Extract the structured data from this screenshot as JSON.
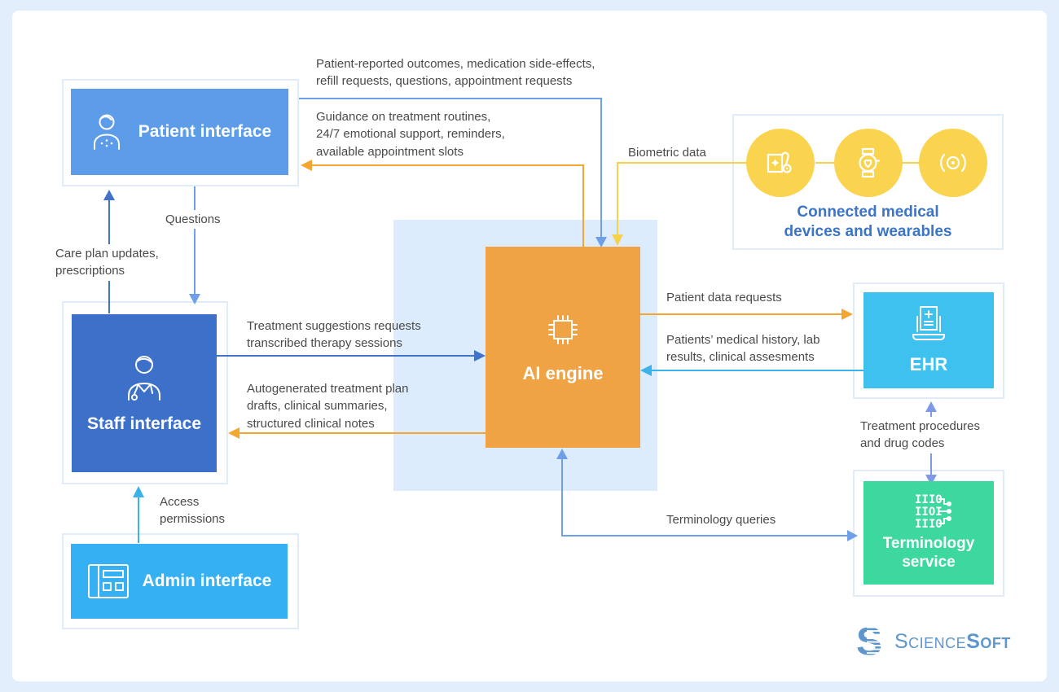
{
  "palette": {
    "page_bg": "#e2eefb",
    "card_bg": "#ffffff",
    "container_border": "#e0ecfa",
    "ai_panel": "#ddecfc",
    "patient_blue": "#5c9ce8",
    "staff_blue": "#3d70c8",
    "admin_cyan": "#35b0f2",
    "ehr_cyan": "#3fc1f0",
    "terminology_green": "#3dd89e",
    "ai_orange": "#f0a344",
    "device_yellow": "#fad34f",
    "arrow_dark_blue": "#4273c8",
    "arrow_light_blue": "#6f9fe8",
    "arrow_cyan": "#3ab2ea",
    "arrow_periwinkle": "#7d99e8",
    "arrow_orange": "#f5a630",
    "arrow_yellow": "#f7d14b",
    "annotation_text": "#4a4a4a",
    "heading_blue": "#3c74c6",
    "logo_blue": "#5e96cd"
  },
  "nodes": {
    "patient": {
      "label": "Patient interface"
    },
    "staff": {
      "label": "Staff interface"
    },
    "admin": {
      "label": "Admin interface"
    },
    "ai": {
      "label": "AI engine"
    },
    "ehr": {
      "label": "EHR"
    },
    "terminology": {
      "lines": [
        "Terminology",
        "service"
      ]
    },
    "devices": {
      "lines": [
        "Connected medical",
        "devices and wearables"
      ]
    }
  },
  "labels": {
    "outcomes": {
      "lines": [
        "Patient-reported outcomes, medication side-effects,",
        "refill requests, questions, appointment requests"
      ]
    },
    "guidance": {
      "lines": [
        "Guidance on treatment routines,",
        "24/7 emotional support, reminders,",
        "available appointment slots"
      ]
    },
    "biometric": {
      "text": "Biometric data"
    },
    "questions": {
      "text": "Questions"
    },
    "care_plan": {
      "lines": [
        "Care plan updates,",
        "prescriptions"
      ]
    },
    "treatment_suggestions": {
      "lines": [
        "Treatment suggestions requests",
        "transcribed therapy sessions"
      ]
    },
    "autogenerated": {
      "lines": [
        "Autogenerated treatment plan",
        "drafts, clinical summaries,",
        "structured clinical notes"
      ]
    },
    "access": {
      "lines": [
        "Access",
        "permissions"
      ]
    },
    "patient_data_requests": {
      "text": "Patient data requests"
    },
    "medical_history": {
      "lines": [
        "Patients’ medical history, lab",
        "results, clinical assesments"
      ]
    },
    "treatment_procedures": {
      "lines": [
        "Treatment procedures",
        "and drug codes"
      ]
    },
    "terminology_queries": {
      "text": "Terminology queries"
    }
  },
  "logo": {
    "text_regular": "Science",
    "text_bold": "Soft"
  }
}
